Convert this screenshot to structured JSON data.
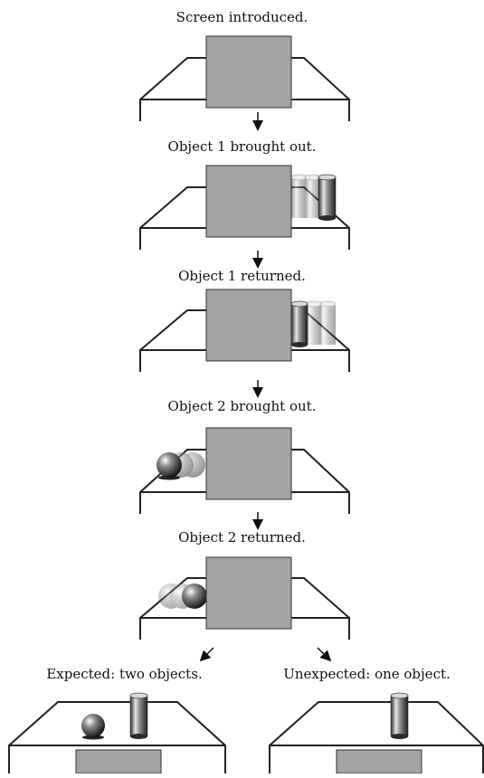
{
  "steps": [
    {
      "caption": "Screen introduced."
    },
    {
      "caption": "Object 1 brought out."
    },
    {
      "caption": "Object 1 returned."
    },
    {
      "caption": "Object 2 brought out."
    },
    {
      "caption": "Object 2 returned."
    }
  ],
  "outcomes": {
    "expected": {
      "caption": "Expected: two objects."
    },
    "unexpected": {
      "caption": "Unexpected: one object."
    }
  },
  "colors": {
    "screen": "#a3a3a3",
    "line": "#222222",
    "background": "#ffffff"
  },
  "icons": {
    "object_1": "cylinder",
    "object_2": "sphere",
    "arrows": "down-arrow"
  }
}
